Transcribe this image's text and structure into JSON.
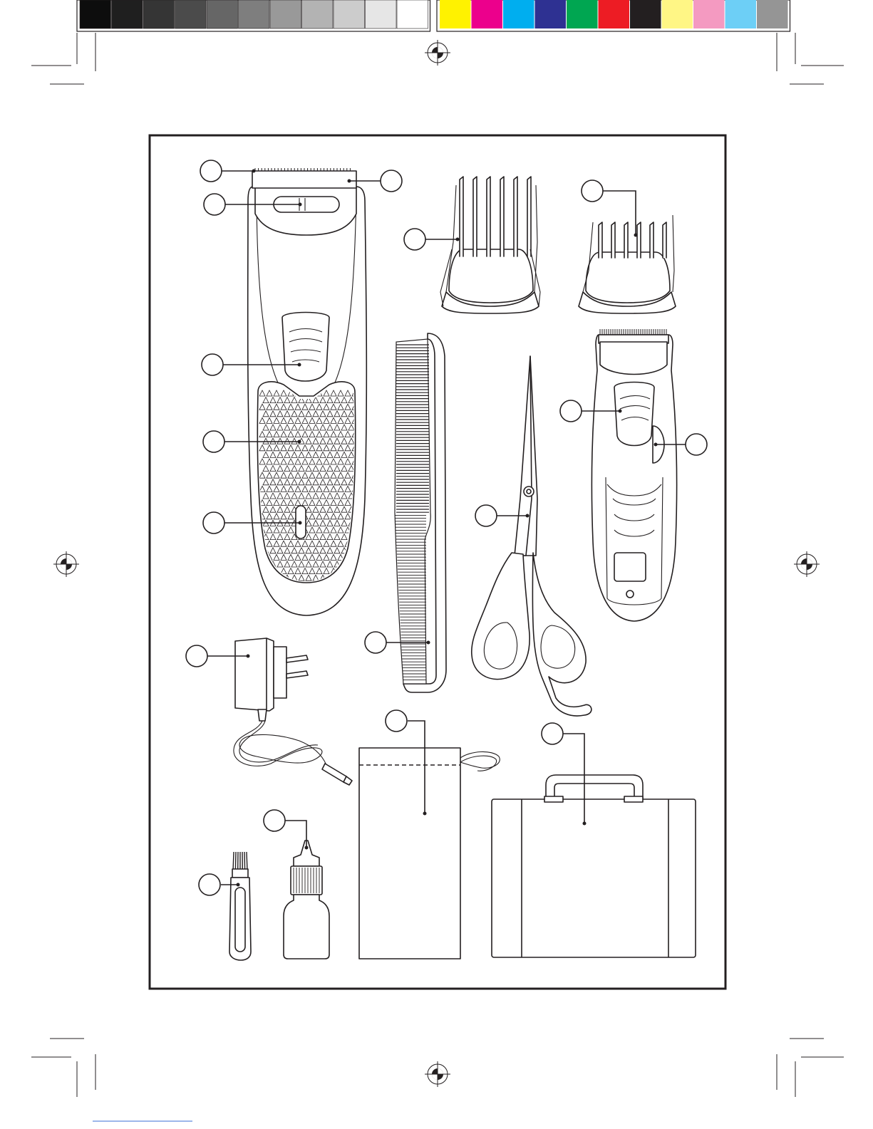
{
  "colors": {
    "outline": "#231f20",
    "frame": "#231f20",
    "paper": "#ffffff",
    "link_underline": "#3b6fd6"
  },
  "color_bar": {
    "gray_steps": [
      "#0d0d0d",
      "#1f1f1f",
      "#353535",
      "#4b4b4b",
      "#666666",
      "#7e7e7e",
      "#999999",
      "#b3b3b3",
      "#cccccc",
      "#e6e6e6",
      "#ffffff"
    ],
    "process_colors": [
      "#fff200",
      "#ec008c",
      "#00aeef",
      "#2e3192",
      "#00a651",
      "#ed1c24",
      "#231f20",
      "#fff685",
      "#f49ac1",
      "#6dcff6",
      "#959595"
    ]
  },
  "illustration": {
    "parts": [
      {
        "id": "comb-blade-tip",
        "label": ""
      },
      {
        "id": "blade-edge",
        "label": ""
      },
      {
        "id": "adjust-slider",
        "label": ""
      },
      {
        "id": "power-switch",
        "label": ""
      },
      {
        "id": "grip",
        "label": ""
      },
      {
        "id": "charge-indicator",
        "label": ""
      },
      {
        "id": "large-comb-attachment",
        "label": ""
      },
      {
        "id": "small-comb-attachment",
        "label": ""
      },
      {
        "id": "mini-trimmer-switch",
        "label": ""
      },
      {
        "id": "mini-trimmer-side-button",
        "label": ""
      },
      {
        "id": "styling-comb",
        "label": ""
      },
      {
        "id": "scissors",
        "label": ""
      },
      {
        "id": "power-adapter",
        "label": ""
      },
      {
        "id": "storage-pouch",
        "label": ""
      },
      {
        "id": "storage-case",
        "label": ""
      },
      {
        "id": "oil-bottle",
        "label": ""
      },
      {
        "id": "cleaning-brush",
        "label": ""
      }
    ]
  }
}
